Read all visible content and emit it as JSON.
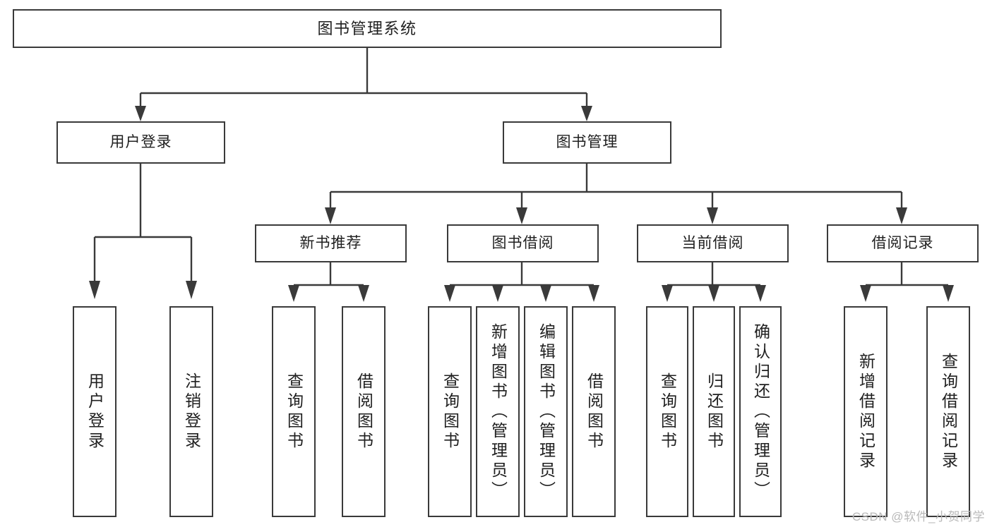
{
  "diagram": {
    "title": "图书管理系统",
    "type": "tree",
    "orientation": "top-down",
    "colors": {
      "stroke": "#3a3a3a",
      "box_fill": "#ffffff",
      "text": "#1f1f1f",
      "watermark": "#b9b9b9",
      "background": "#ffffff"
    }
  },
  "watermark": {
    "text": "CSDN @软件_小贺同学"
  },
  "root": {
    "label": "图书管理系统"
  },
  "level2": [
    {
      "label": "用户登录"
    },
    {
      "label": "图书管理"
    }
  ],
  "level3": [
    {
      "label": "新书推荐"
    },
    {
      "label": "图书借阅"
    },
    {
      "label": "当前借阅"
    },
    {
      "label": "借阅记录"
    }
  ],
  "leaves": {
    "user_login": [
      {
        "label": "用户登录"
      },
      {
        "label": "注销登录"
      }
    ],
    "new_book_recommend": [
      {
        "label": "查询图书"
      },
      {
        "label": "借阅图书"
      }
    ],
    "book_borrow": [
      {
        "label": "查询图书"
      },
      {
        "label": "新增图书（管理员）"
      },
      {
        "label": "编辑图书（管理员）"
      },
      {
        "label": "借阅图书"
      }
    ],
    "current_borrow": [
      {
        "label": "查询图书"
      },
      {
        "label": "归还图书"
      },
      {
        "label": "确认归还（管理员）"
      }
    ],
    "borrow_record": [
      {
        "label": "新增借阅记录"
      },
      {
        "label": "查询借阅记录"
      }
    ]
  }
}
